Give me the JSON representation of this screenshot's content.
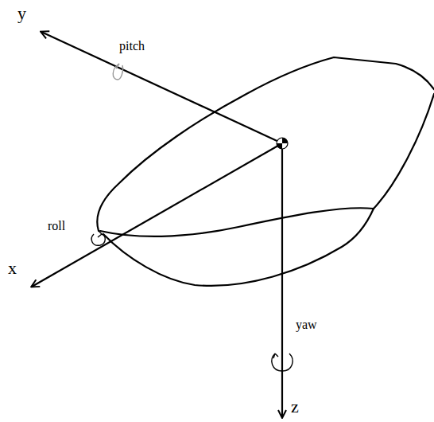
{
  "diagram": {
    "labels": [
      "y",
      "pitch",
      "roll",
      "x",
      "yaw",
      "z"
    ]
  }
}
